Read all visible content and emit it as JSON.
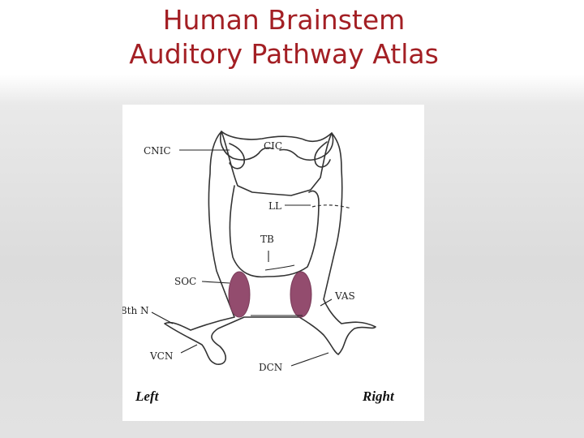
{
  "title": {
    "line1": "Human Brainstem",
    "line2": "Auditory Pathway Atlas"
  },
  "diagram": {
    "labels": {
      "cnic": "CNIC",
      "cic": "CIC",
      "ll": "LL",
      "tb": "TB",
      "soc": "SOC",
      "vas": "VAS",
      "nerve8": "8th N",
      "vcn": "VCN",
      "dcn": "DCN"
    },
    "sides": {
      "left": "Left",
      "right": "Right"
    },
    "colors": {
      "soc_fill": "#934c6e",
      "title": "#a31f24"
    }
  }
}
